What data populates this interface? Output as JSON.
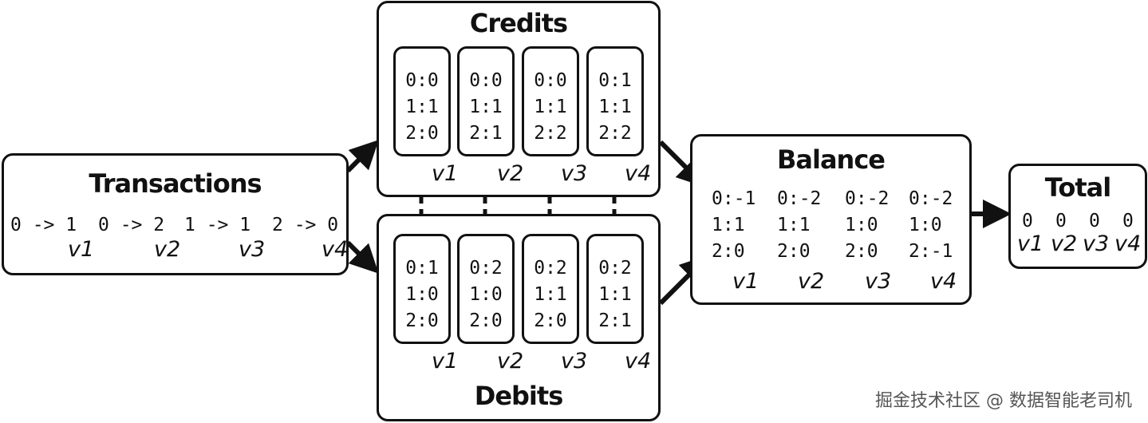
{
  "transactions": {
    "title": "Transactions",
    "items": [
      {
        "tx": "0 -> 1",
        "version": "v1"
      },
      {
        "tx": "0 -> 2",
        "version": "v2"
      },
      {
        "tx": "1 -> 1",
        "version": "v3"
      },
      {
        "tx": "2 -> 0",
        "version": "v4"
      }
    ]
  },
  "credits": {
    "title": "Credits",
    "cells": [
      {
        "lines": [
          "0:0",
          "1:1",
          "2:0"
        ],
        "version": "v1"
      },
      {
        "lines": [
          "0:0",
          "1:1",
          "2:1"
        ],
        "version": "v2"
      },
      {
        "lines": [
          "0:0",
          "1:1",
          "2:2"
        ],
        "version": "v3"
      },
      {
        "lines": [
          "0:1",
          "1:1",
          "2:2"
        ],
        "version": "v4"
      }
    ]
  },
  "debits": {
    "title": "Debits",
    "cells": [
      {
        "lines": [
          "0:1",
          "1:0",
          "2:0"
        ],
        "version": "v1"
      },
      {
        "lines": [
          "0:2",
          "1:0",
          "2:0"
        ],
        "version": "v2"
      },
      {
        "lines": [
          "0:2",
          "1:1",
          "2:0"
        ],
        "version": "v3"
      },
      {
        "lines": [
          "0:2",
          "1:1",
          "2:1"
        ],
        "version": "v4"
      }
    ]
  },
  "balance": {
    "title": "Balance",
    "columns": [
      {
        "lines": [
          "0:-1",
          "1:1",
          "2:0"
        ],
        "version": "v1"
      },
      {
        "lines": [
          "0:-2",
          "1:1",
          "2:0"
        ],
        "version": "v2"
      },
      {
        "lines": [
          "0:-2",
          "1:0",
          "2:0"
        ],
        "version": "v3"
      },
      {
        "lines": [
          "0:-2",
          "1:0",
          "2:-1"
        ],
        "version": "v4"
      }
    ]
  },
  "total": {
    "title": "Total",
    "values": [
      {
        "value": "0",
        "version": "v1"
      },
      {
        "value": "0",
        "version": "v2"
      },
      {
        "value": "0",
        "version": "v3"
      },
      {
        "value": "0",
        "version": "v4"
      }
    ]
  },
  "watermark": "掘金技术社区 @ 数据智能老司机"
}
